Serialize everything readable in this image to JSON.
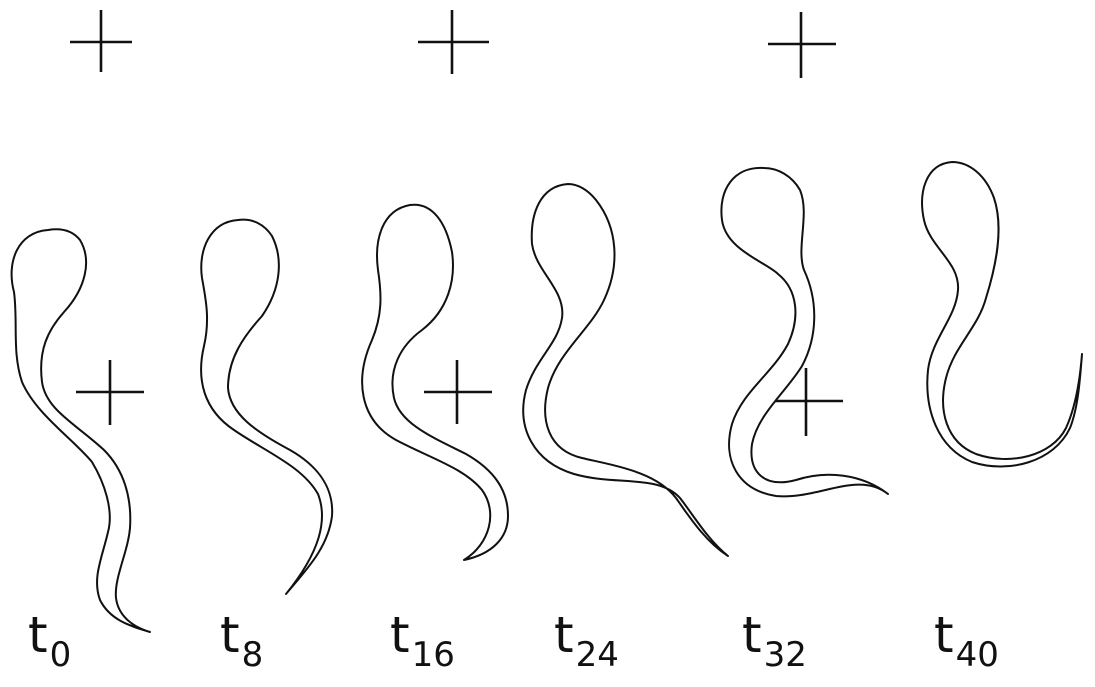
{
  "frames": [
    {
      "symbol": "t",
      "index": "0"
    },
    {
      "symbol": "t",
      "index": "8"
    },
    {
      "symbol": "t",
      "index": "16"
    },
    {
      "symbol": "t",
      "index": "24"
    },
    {
      "symbol": "t",
      "index": "32"
    },
    {
      "symbol": "t",
      "index": "40"
    }
  ]
}
